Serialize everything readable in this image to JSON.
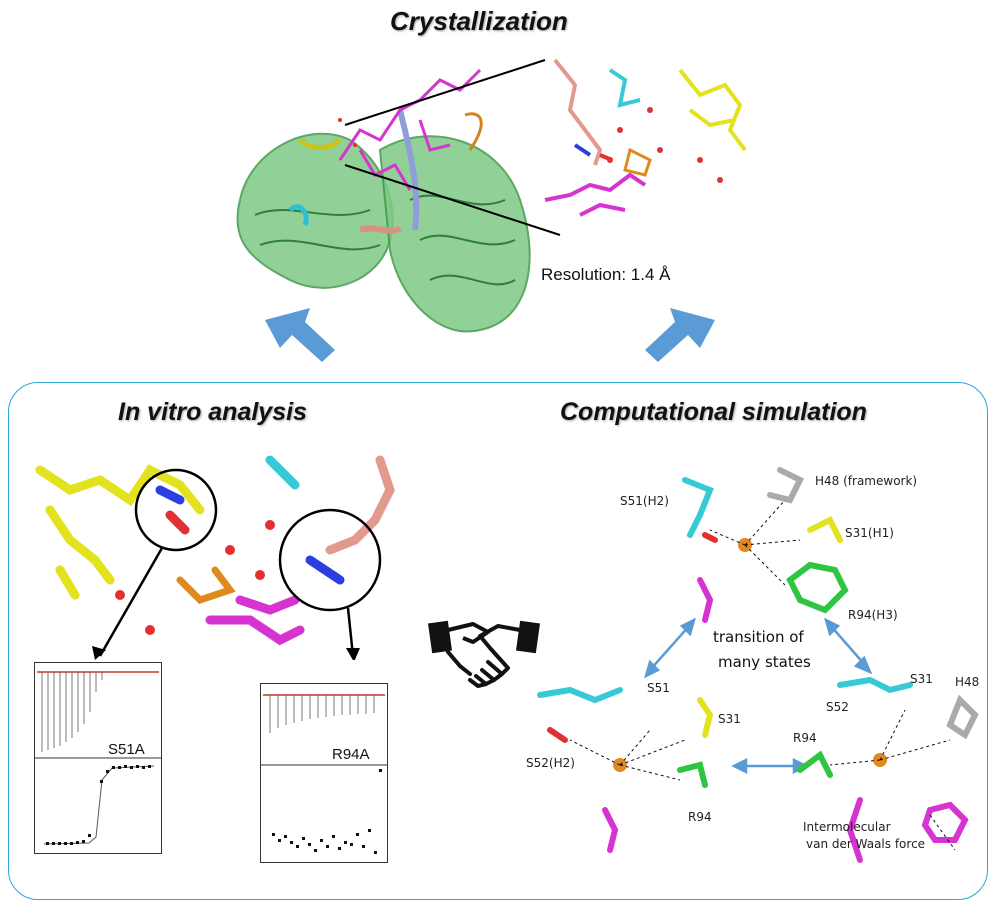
{
  "titles": {
    "crystallization": "Crystallization",
    "in_vitro": "In vitro analysis",
    "computational": "Computational simulation"
  },
  "resolution_text": "Resolution: 1.4 Å",
  "itc_panels": {
    "left_mutant": "S51A",
    "right_mutant": "R94A"
  },
  "simulation_labels": {
    "top": [
      "S51(H2)",
      "H48 (framework)",
      "S31(H1)",
      "R94(H3)"
    ],
    "middle": [
      "transition of",
      "many states"
    ],
    "bottom_left": [
      "S51",
      "S31",
      "S52(H2)",
      "R94"
    ],
    "bottom_right": [
      "S31",
      "H48",
      "S52",
      "R94"
    ],
    "vdw": [
      "Intermolecular",
      "van der Waals force"
    ]
  },
  "colors": {
    "accent_blue": "#5b9bd5",
    "panel_border": "#2aa6d6",
    "protein_green": "#5fb86a",
    "yellow": "#e3e21f",
    "magenta": "#d633d0",
    "salmon": "#e39a8e",
    "cyan": "#38c9d6",
    "orange": "#e08a1e"
  }
}
